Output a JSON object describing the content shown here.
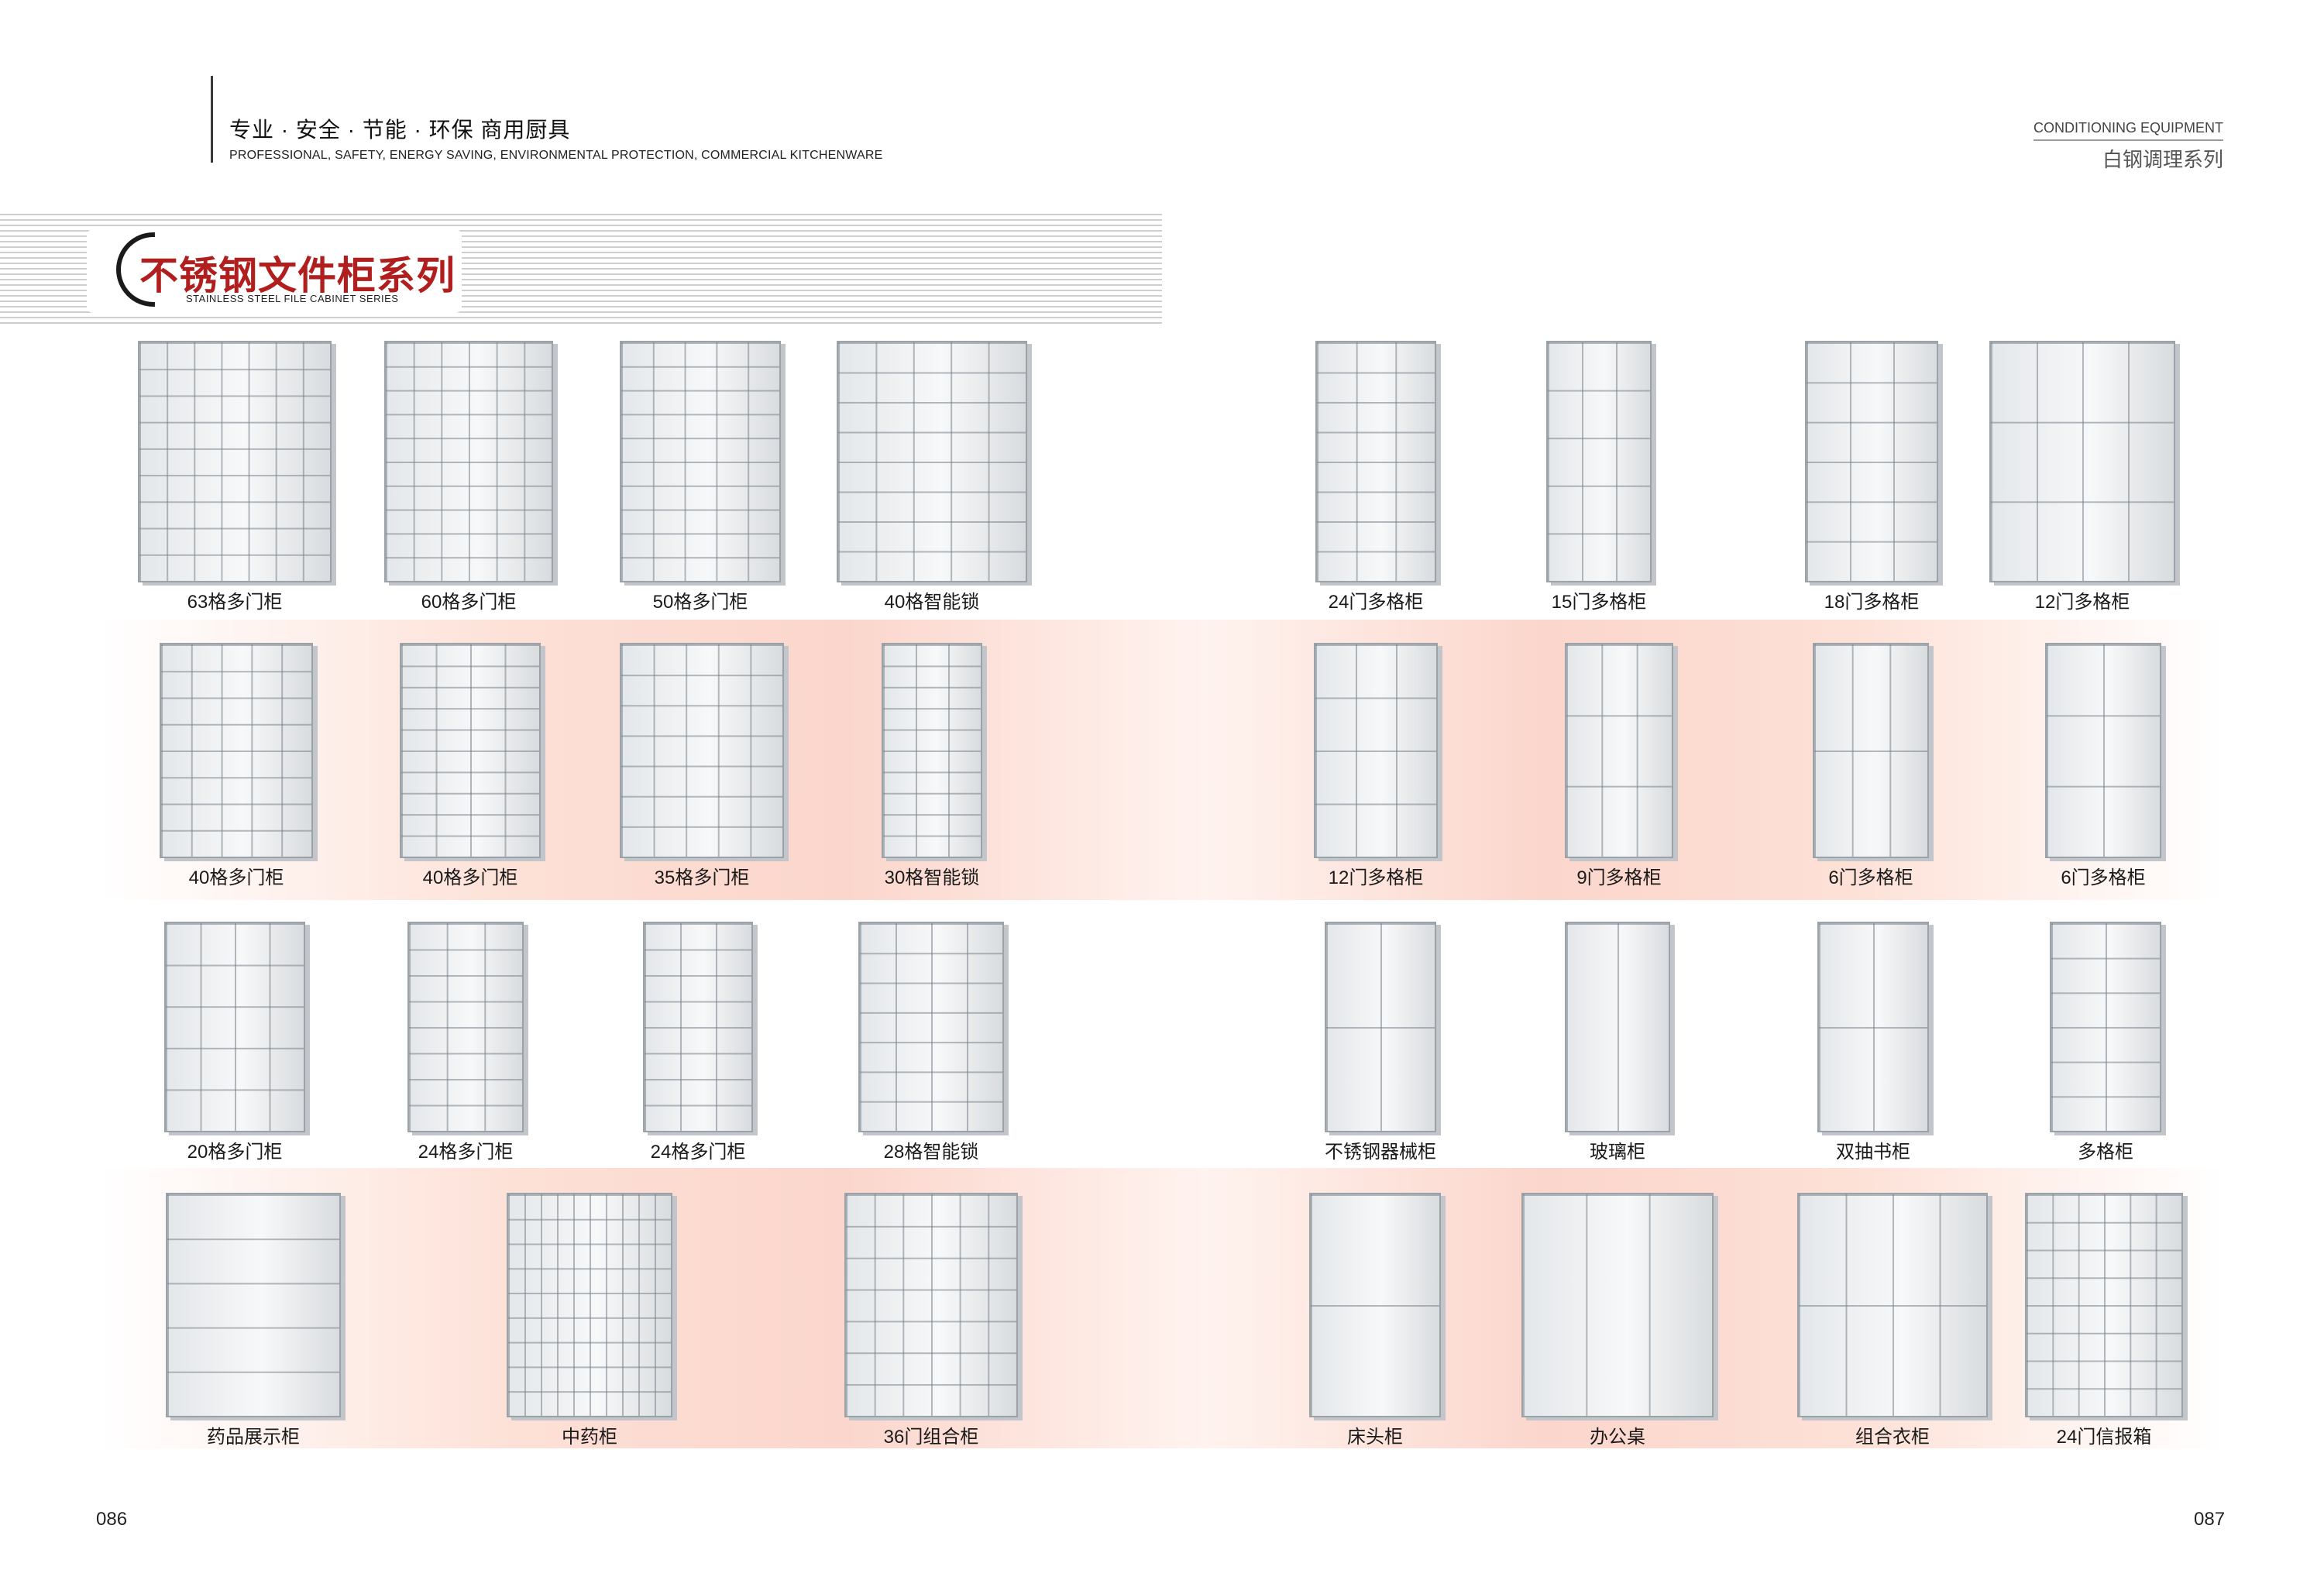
{
  "header": {
    "tagline_cn": "专业 · 安全 · 节能 · 环保  商用厨具",
    "tagline_en": "PROFESSIONAL, SAFETY, ENERGY SAVING, ENVIRONMENTAL PROTECTION, COMMERCIAL KITCHENWARE",
    "series_en": "CONDITIONING EQUIPMENT",
    "series_cn": "白钢调理系列"
  },
  "banner": {
    "title": "不锈钢文件柜系列",
    "subtitle": "STAINLESS STEEL FILE CABINET SERIES"
  },
  "rows": [
    {
      "items": [
        {
          "label": "63格多门柜",
          "cols": 7,
          "rows": 9
        },
        {
          "label": "60格多门柜",
          "cols": 6,
          "rows": 10
        },
        {
          "label": "50格多门柜",
          "cols": 5,
          "rows": 10
        },
        {
          "label": "40格智能锁",
          "cols": 5,
          "rows": 8
        },
        {
          "label": "24门多格柜",
          "cols": 3,
          "rows": 8
        },
        {
          "label": "15门多格柜",
          "cols": 3,
          "rows": 5
        },
        {
          "label": "18门多格柜",
          "cols": 3,
          "rows": 6
        },
        {
          "label": "12门多格柜",
          "cols": 4,
          "rows": 3
        }
      ]
    },
    {
      "items": [
        {
          "label": "40格多门柜",
          "cols": 5,
          "rows": 8
        },
        {
          "label": "40格多门柜",
          "cols": 4,
          "rows": 10
        },
        {
          "label": "35格多门柜",
          "cols": 5,
          "rows": 7
        },
        {
          "label": "30格智能锁",
          "cols": 3,
          "rows": 10
        },
        {
          "label": "12门多格柜",
          "cols": 3,
          "rows": 4
        },
        {
          "label": "9门多格柜",
          "cols": 3,
          "rows": 3
        },
        {
          "label": "6门多格柜",
          "cols": 3,
          "rows": 2
        },
        {
          "label": "6门多格柜",
          "cols": 2,
          "rows": 3
        }
      ]
    },
    {
      "items": [
        {
          "label": "20格多门柜",
          "cols": 4,
          "rows": 5
        },
        {
          "label": "24格多门柜",
          "cols": 3,
          "rows": 8
        },
        {
          "label": "24格多门柜",
          "cols": 3,
          "rows": 8
        },
        {
          "label": "28格智能锁",
          "cols": 4,
          "rows": 7
        },
        {
          "label": "不锈钢器械柜",
          "cols": 2,
          "rows": 2
        },
        {
          "label": "玻璃柜",
          "cols": 2,
          "rows": 1
        },
        {
          "label": "双抽书柜",
          "cols": 2,
          "rows": 2
        },
        {
          "label": "多格柜",
          "cols": 2,
          "rows": 6
        }
      ]
    },
    {
      "items": [
        {
          "label": "药品展示柜",
          "cols": 1,
          "rows": 5
        },
        {
          "label": "中药柜",
          "cols": 10,
          "rows": 9
        },
        {
          "label": "36门组合柜",
          "cols": 6,
          "rows": 7
        },
        {
          "label": "床头柜",
          "cols": 1,
          "rows": 2
        },
        {
          "label": "办公桌",
          "cols": 3,
          "rows": 1
        },
        {
          "label": "组合衣柜",
          "cols": 4,
          "rows": 2
        },
        {
          "label": "24门信报箱",
          "cols": 6,
          "rows": 8
        }
      ]
    }
  ],
  "pages": {
    "left": "086",
    "right": "087"
  }
}
